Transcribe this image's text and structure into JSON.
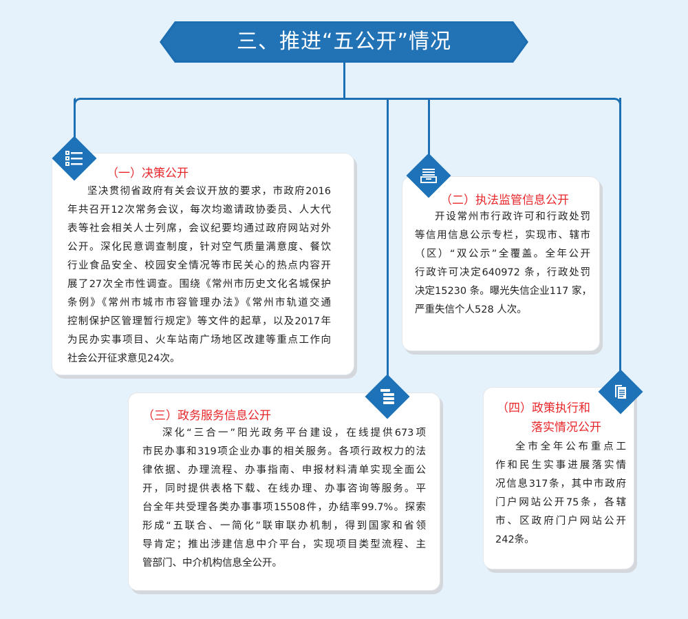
{
  "title": "三、推进“五公开”情况",
  "colors": {
    "accent": "#1d6fb3",
    "heading": "#e8262a",
    "background": "#e5f2fc"
  },
  "sections": [
    {
      "icon": "list-icon",
      "title": "（一）决策公开",
      "lines": [
        "坚决贯彻省政府有关会议开放的要求，市政府2016",
        "年共召开12次常务会议，每次均邀请政协委员、人大代",
        "表等社会相关人士列席，会议纪要均通过政府网站对外",
        "公开。深化民意调查制度，针对空气质量满意度、餐饮",
        "行业食品安全、校园安全情况等市民关心的热点内容开",
        "展了27次全市性调查。围绕《常州市历史文化名城保护",
        "条例》《常州市城市市容管理办法》《常州市轨道交通",
        "控制保护区管理暂行规定》等文件的起草，以及2017年",
        "为民办实事项目、火车站南广场地区改建等重点工作向",
        "社会公开征求意见24次。"
      ]
    },
    {
      "icon": "file-drawer-icon",
      "title": "（二）执法监管信息公开",
      "lines": [
        "开设常州市行政许可和行政处罚",
        "等信用信息公示专栏，实现市、辖市",
        "（区）“双公示”全覆盖。全年公开",
        "行政许可决定640972 条，行政处罚",
        "决定15230 条。曝光失信企业117 家，",
        "严重失信个人528 人次。"
      ]
    },
    {
      "icon": "server-icon",
      "title": "（三）政务服务信息公开",
      "lines": [
        "深化“三合一”阳光政务平台建设，在线提供673项",
        "市民办事和319项企业办事的相关服务。各项行政权力的法",
        "律依据、办理流程、办事指南、申报材料清单实现全面公",
        "开，同时提供表格下载、在线办理、办事咨询等服务。平",
        "台全年共受理各类办事事项15508件，办结率99.7%。探索",
        "形成“五联合、一简化”联审联办机制，得到国家和省领",
        "导肯定；推出涉建信息中介平台，实现项目类型流程、主",
        "管部门、中介机构信息全公开。"
      ]
    },
    {
      "icon": "documents-icon",
      "title": "（四）政策执行和",
      "title2": "落实情况公开",
      "lines": [
        "全市全年公布重点工",
        "作和民生实事进展落实情",
        "况信息317条，其中市政府",
        "门户网站公开75条，各辖",
        "市、区政府门户网站公开",
        "242条。"
      ]
    }
  ]
}
